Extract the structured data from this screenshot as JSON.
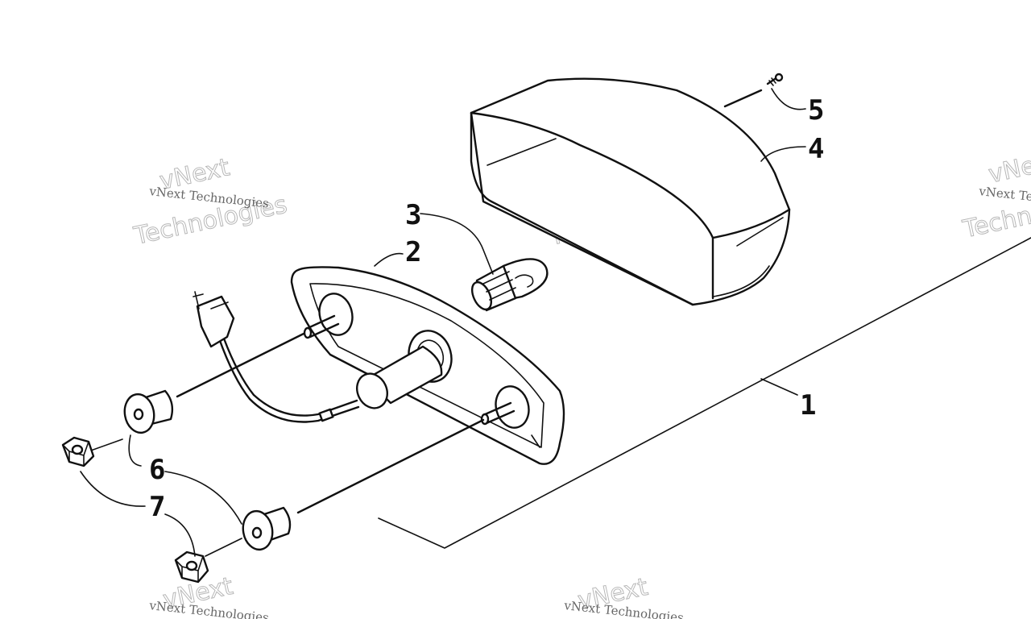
{
  "callouts": [
    {
      "id": "1",
      "label": "1"
    },
    {
      "id": "2",
      "label": "2"
    },
    {
      "id": "3",
      "label": "3"
    },
    {
      "id": "4",
      "label": "4"
    },
    {
      "id": "5",
      "label": "5"
    },
    {
      "id": "6",
      "label": "6"
    },
    {
      "id": "7",
      "label": "7"
    }
  ],
  "watermark": {
    "small_text": "vNext Technologies",
    "large_top": "vNext",
    "large_bottom": "Technologies"
  }
}
